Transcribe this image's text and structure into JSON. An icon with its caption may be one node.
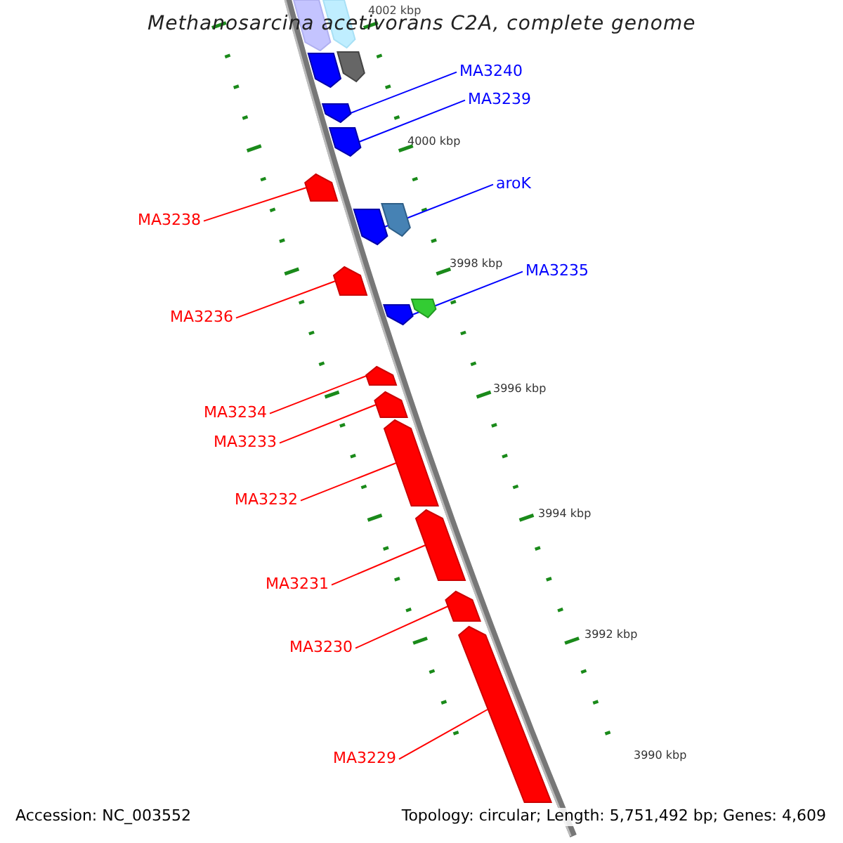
{
  "diagram": {
    "title": "Methanosarcina acetivorans C2A, complete genome",
    "nodes": [
      {
        "text": [
          "MA3240"
        ]
      },
      {
        "text": [
          "MA3239"
        ]
      },
      {
        "text": [
          "aroK"
        ]
      },
      {
        "text": [
          "MA3238"
        ]
      },
      {
        "text": [
          "MA3235"
        ]
      },
      {
        "text": [
          "MA3236"
        ]
      },
      {
        "text": [
          "MA3234"
        ]
      },
      {
        "text": [
          "MA3233"
        ]
      },
      {
        "text": [
          "MA3232"
        ]
      },
      {
        "text": [
          "MA3231"
        ]
      },
      {
        "text": [
          "MA3230"
        ]
      },
      {
        "text": [
          "MA3229"
        ]
      },
      {
        "text": [],
        "shape": "pentagon"
      },
      {
        "text": [],
        "shape": "pentagon"
      },
      {
        "text": [],
        "shape": "pentagon"
      },
      {
        "text": [],
        "shape": "pentagon"
      },
      {
        "text": [],
        "shape": "pentagon"
      },
      {
        "text": [],
        "shape": "pentagon"
      },
      {
        "text": [],
        "shape": "pentagon"
      },
      {
        "text": [],
        "shape": "pentagon"
      },
      {
        "text": [],
        "shape": "pentagon"
      },
      {
        "text": [],
        "shape": "pentagon"
      },
      {
        "text": [],
        "shape": "pentagon"
      },
      {
        "text": [],
        "shape": "pentagon"
      },
      {
        "text": [],
        "shape": "pentagon"
      },
      {
        "text": [],
        "shape": "pentagon"
      },
      {
        "text": [],
        "shape": "pentagon"
      },
      {
        "text": [],
        "shape": "pentagon"
      },
      {
        "text": [],
        "shape": "pentagon"
      },
      {
        "text": [],
        "shape": "pentagon"
      }
    ],
    "edges": [
      {
        "from": 0,
        "to": 12,
        "arrow": "none",
        "color": "#0000ff"
      },
      {
        "from": 1,
        "to": 13,
        "arrow": "none",
        "color": "#0000ff"
      },
      {
        "from": 2,
        "to": 14,
        "arrow": "none",
        "color": "#0000ff"
      },
      {
        "from": 3,
        "to": 15,
        "arrow": "none"
      },
      {
        "from": 4,
        "to": 16,
        "arrow": "none",
        "color": "#0000ff"
      },
      {
        "from": 5,
        "to": 17,
        "arrow": "none"
      },
      {
        "from": 6,
        "to": 18,
        "arrow": "none"
      },
      {
        "from": 7,
        "to": 19,
        "arrow": "none"
      },
      {
        "from": 8,
        "to": 20,
        "arrow": "none"
      },
      {
        "from": 9,
        "to": 21,
        "arrow": "none"
      },
      {
        "from": 10,
        "to": 22,
        "arrow": "none"
      },
      {
        "from": 11,
        "to": 23,
        "arrow": "none"
      }
    ],
    "labels": [
      "4002 kbp",
      "4000 kbp",
      "3998 kbp",
      "3996 kbp",
      "3994 kbp",
      "3992 kbp",
      "3990 kbp",
      "Accession: NC_003552",
      "Topology: circular; Length: 5,751,492 bp; Genes: 4,609"
    ]
  }
}
